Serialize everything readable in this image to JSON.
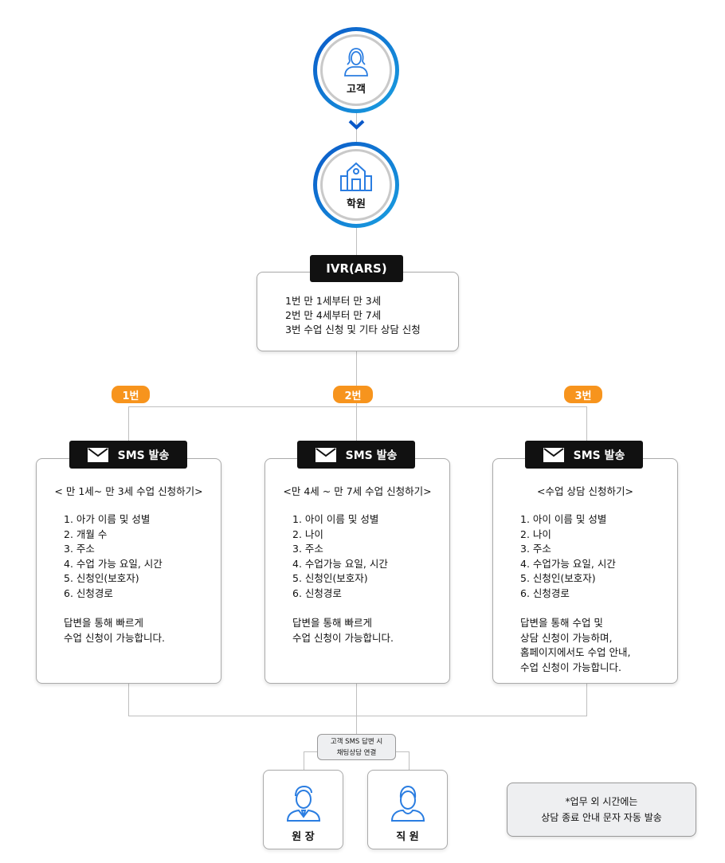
{
  "nodes": {
    "customer": "고객",
    "academy": "학원"
  },
  "ivr": {
    "label": "IVR(ARS)",
    "lines": [
      "1번 만 1세부터 만 3세",
      "2번 만 4세부터 만 7세",
      "3번 수업 신청 및 기타 상담 신청"
    ]
  },
  "branches": [
    {
      "badge": "1번",
      "sms": "SMS 발송",
      "title": "< 만 1세~ 만 3세 수업 신청하기>",
      "items": [
        "1. 아가 이름 및 성별",
        "2. 개월 수",
        "3. 주소",
        "4. 수업 가능 요일, 시간",
        "5. 신청인(보호자)",
        "6. 신청경로"
      ],
      "note": "답변을 통해 빠르게\n수업 신청이 가능합니다."
    },
    {
      "badge": "2번",
      "sms": "SMS 발송",
      "title": "<만 4세 ~ 만 7세 수업 신청하기>",
      "items": [
        "1. 아이 이름 및 성별",
        "2. 나이",
        "3. 주소",
        "4. 수업가능 요일, 시간",
        "5. 신청인(보호자)",
        "6. 신청경로"
      ],
      "note": "답변을 통해 빠르게\n수업 신청이 가능합니다."
    },
    {
      "badge": "3번",
      "sms": "SMS 발송",
      "title": "<수업 상담 신청하기>",
      "items": [
        "1. 아이 이름 및 성별",
        "2. 나이",
        "3. 주소",
        "4. 수업가능 요일, 시간",
        "5. 신청인(보호자)",
        "6. 신청경로"
      ],
      "note": "답변을 통해 수업 및\n상담 신청이 가능하며,\n홈페이지에서도 수업 안내,\n수업 신청이 가능합니다."
    }
  ],
  "connect": {
    "line1": "고객 SMS 답변 시",
    "line2": "채팅상담 연결"
  },
  "staff": {
    "director": "원 장",
    "employee": "직 원"
  },
  "notice": {
    "line1": "*업무 외 시간에는",
    "line2": "상담 종료 안내 문자 자동 발송"
  },
  "colors": {
    "accent": "#1a73e8",
    "badge": "#f7941d"
  }
}
